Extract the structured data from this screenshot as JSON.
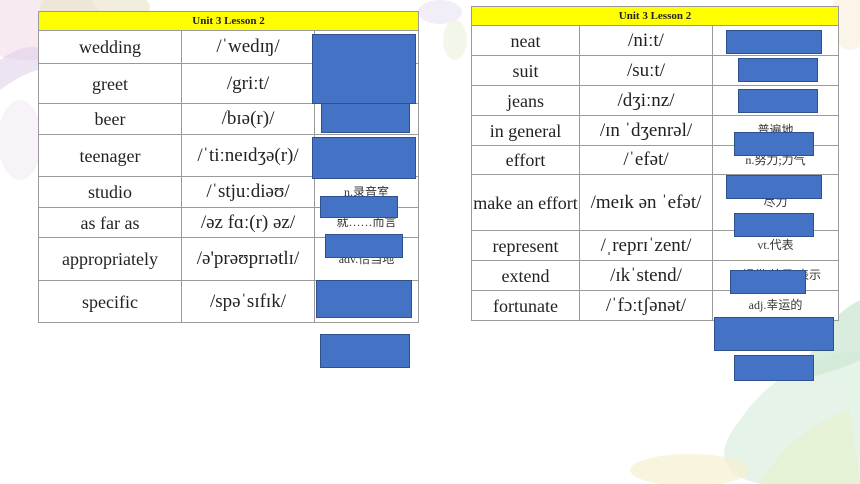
{
  "left_table": {
    "title": "Unit 3 Lesson 2",
    "rows": [
      {
        "word": "wedding",
        "phonetic": "/ˈwedɪŋ/",
        "meaning": ""
      },
      {
        "word": "greet",
        "phonetic": "/griːt/",
        "meaning": ""
      },
      {
        "word": "beer",
        "phonetic": "/bɪə(r)/",
        "meaning": ""
      },
      {
        "word": "teenager",
        "phonetic": "/ˈtiːneɪdʒə(r)/",
        "meaning": ""
      },
      {
        "word": "studio",
        "phonetic": "/ˈstjuːdiəʊ/",
        "meaning": "n.录音室"
      },
      {
        "word": "as far as",
        "phonetic": "/əz fɑː(r) əz/",
        "meaning": "就……而言"
      },
      {
        "word": "appropriately",
        "phonetic": "/ə'prəʊprɪətlɪ/",
        "meaning": "adv.恰当地"
      },
      {
        "word": "specific",
        "phonetic": "/spəˈsɪfɪk/",
        "meaning": ""
      }
    ]
  },
  "right_table": {
    "title": "Unit 3 Lesson 2",
    "rows": [
      {
        "word": "neat",
        "phonetic": "/niːt/",
        "meaning": ""
      },
      {
        "word": "suit",
        "phonetic": "/suːt/",
        "meaning": ""
      },
      {
        "word": "jeans",
        "phonetic": "/dʒiːnz/",
        "meaning": ""
      },
      {
        "word": "in general",
        "phonetic": "/ɪn ˈdʒenrəl/",
        "meaning": "普遍地"
      },
      {
        "word": "effort",
        "phonetic": "/ˈefət/",
        "meaning": "n.努力;力气"
      },
      {
        "word": "make an effort",
        "phonetic": "/meɪk ən ˈefət/",
        "meaning": "尽力"
      },
      {
        "word": "represent",
        "phonetic": "/ˌreprɪˈzent/",
        "meaning": "vt.代表"
      },
      {
        "word": "extend",
        "phonetic": "/ɪkˈstend/",
        "meaning": "vt.提供;给予;表示"
      },
      {
        "word": "fortunate",
        "phonetic": "/ˈfɔːtʃənət/",
        "meaning": "adj.幸运的"
      }
    ]
  },
  "colors": {
    "title_bg": "#ffff00",
    "mask_blue": "#4472c4",
    "border": "#9a9a9a"
  }
}
